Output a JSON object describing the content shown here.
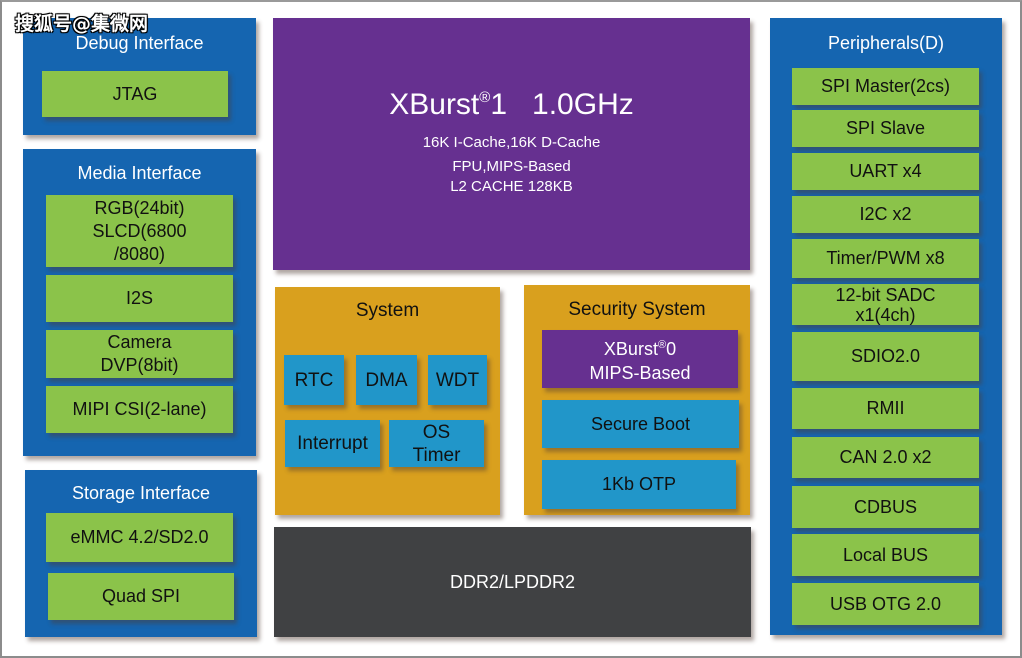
{
  "watermark": "搜狐号@集微网",
  "debug_interface": {
    "title": "Debug Interface",
    "items": [
      "JTAG"
    ]
  },
  "media_interface": {
    "title": "Media Interface",
    "items": [
      {
        "lines": [
          "RGB(24bit)",
          "SLCD(6800",
          "/8080)"
        ]
      },
      {
        "lines": [
          "I2S"
        ]
      },
      {
        "lines": [
          "Camera",
          "DVP(8bit)"
        ]
      },
      {
        "lines": [
          "MIPI CSI(2-lane)"
        ]
      }
    ]
  },
  "storage_interface": {
    "title": "Storage Interface",
    "items": [
      "eMMC 4.2/SD2.0",
      "Quad SPI"
    ]
  },
  "cpu": {
    "name": "XBurst",
    "reg_mark": "®",
    "version": "1",
    "frequency": "1.0GHz",
    "lines": [
      "16K I-Cache,16K D-Cache",
      "FPU,MIPS-Based",
      "L2 CACHE 128KB"
    ]
  },
  "system": {
    "title": "System",
    "items": [
      "RTC",
      "DMA",
      "WDT",
      "Interrupt",
      "OS\nTimer"
    ],
    "os_timer_lines": [
      "OS",
      "Timer"
    ]
  },
  "security_system": {
    "title": "Security System",
    "core": {
      "name": "XBurst",
      "reg_mark": "®",
      "version": "0",
      "subtitle": "MIPS-Based"
    },
    "items": [
      "Secure Boot",
      "1Kb OTP"
    ]
  },
  "memory": {
    "label": "DDR2/LPDDR2"
  },
  "peripherals": {
    "title": "Peripherals(D)",
    "items": [
      {
        "lines": [
          "SPI Master(2cs)"
        ]
      },
      {
        "lines": [
          "SPI Slave"
        ]
      },
      {
        "lines": [
          "UART x4"
        ]
      },
      {
        "lines": [
          "I2C x2"
        ]
      },
      {
        "lines": [
          "Timer/PWM x8"
        ]
      },
      {
        "lines": [
          "12-bit SADC",
          "x1(4ch)"
        ]
      },
      {
        "lines": [
          "SDIO2.0"
        ]
      },
      {
        "lines": [
          "RMII"
        ]
      },
      {
        "lines": [
          "CAN 2.0 x2"
        ]
      },
      {
        "lines": [
          "CDBUS"
        ]
      },
      {
        "lines": [
          "Local BUS"
        ]
      },
      {
        "lines": [
          "USB OTG 2.0"
        ]
      }
    ]
  },
  "colors": {
    "interface_blue": "#1565b0",
    "block_green": "#8bc34a",
    "cpu_purple": "#663090",
    "system_gold": "#d9a01e",
    "system_cyan": "#2196c9",
    "memory_gray": "#404143"
  }
}
